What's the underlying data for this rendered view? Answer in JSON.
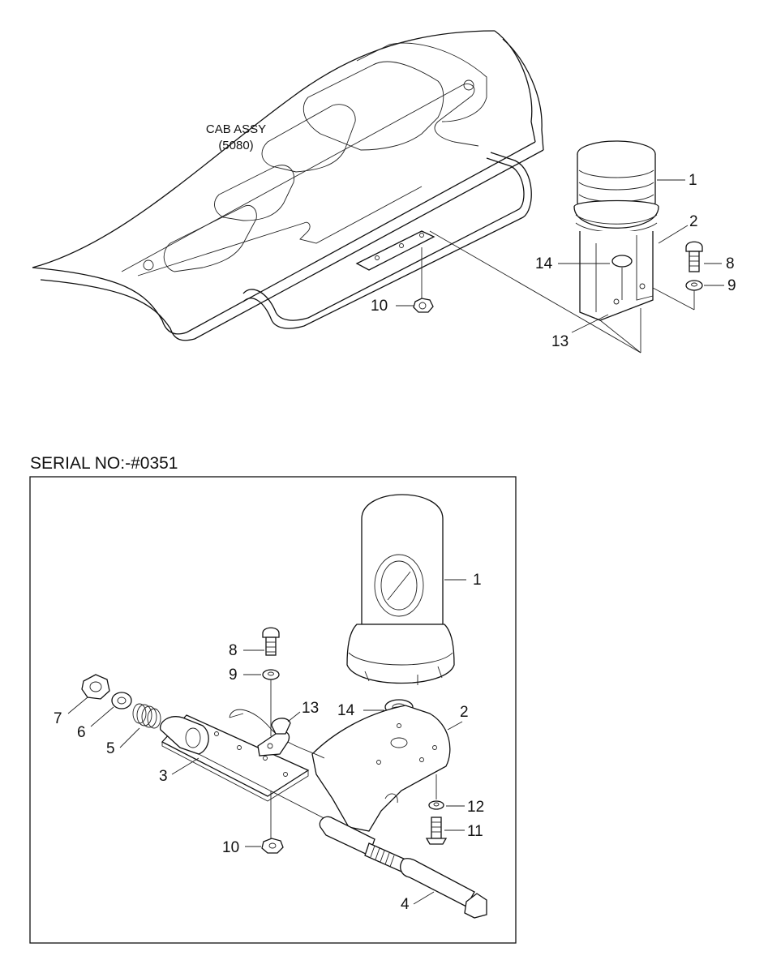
{
  "cab_assy": {
    "line1": "CAB ASSY",
    "line2": "(5080)"
  },
  "serial_no": "SERIAL NO:-#0351",
  "top_callouts": [
    "1",
    "2",
    "8",
    "14",
    "9",
    "10",
    "13"
  ],
  "bottom_callouts": [
    "1",
    "8",
    "9",
    "13",
    "14",
    "2",
    "7",
    "6",
    "5",
    "3",
    "12",
    "11",
    "10",
    "4"
  ]
}
